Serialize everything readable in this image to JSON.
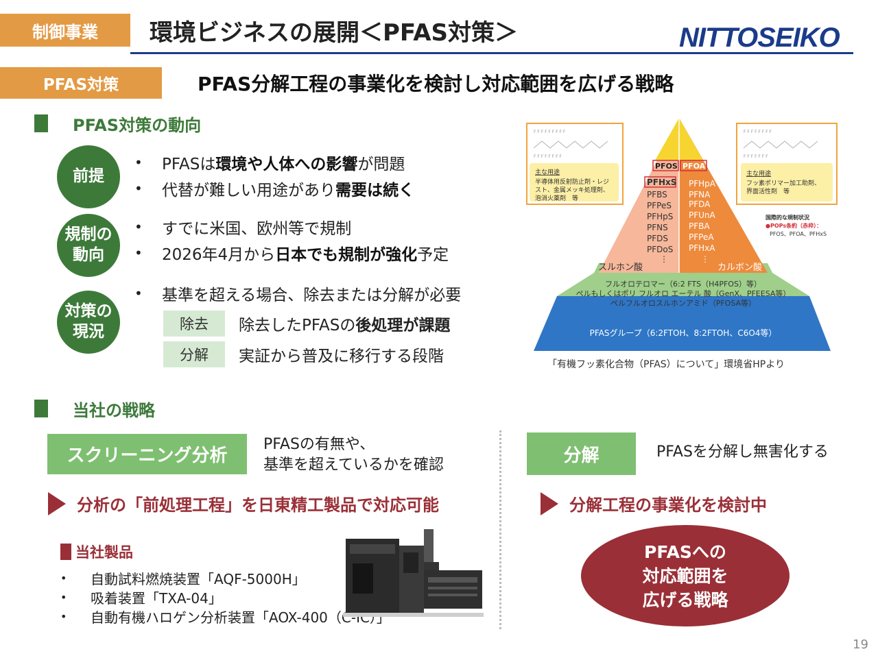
{
  "header": {
    "section_badge": "制御事業",
    "title": "環境ビジネスの展開＜PFAS対策＞",
    "logo_text": "NITTOSEIKO"
  },
  "subheader": {
    "badge": "PFAS対策",
    "title": "PFAS分解工程の事業化を検討し対応範囲を広げる戦略"
  },
  "trends": {
    "heading": "PFAS対策の動向",
    "premise": {
      "label": "前提",
      "bullets": [
        {
          "pre": "PFASは",
          "bold": "環境や人体への影響",
          "post": "が問題"
        },
        {
          "pre": "代替が難しい用途があり",
          "bold": "需要は続く",
          "post": ""
        }
      ]
    },
    "regulation": {
      "label_line1": "規制の",
      "label_line2": "動向",
      "bullets": [
        {
          "pre": "すでに米国、欧州等で規制",
          "bold": "",
          "post": ""
        },
        {
          "pre": "2026年4月から",
          "bold": "日本でも規制が強化",
          "post": "予定"
        }
      ]
    },
    "countermeasure": {
      "label_line1": "対策の",
      "label_line2": "現況",
      "bullet": "基準を超える場合、除去または分解が必要",
      "rows": [
        {
          "tag": "除去",
          "pre": "除去したPFASの",
          "bold": "後処理が課題",
          "post": ""
        },
        {
          "tag": "分解",
          "pre": "実証から普及に移行する段階",
          "bold": "",
          "post": ""
        }
      ]
    }
  },
  "pyramid": {
    "left_box_title": "主な用途",
    "left_box_text1": "半導体用反射防止剤・レジ",
    "left_box_text2": "スト、金属メッキ処理剤、",
    "left_box_text3": "泡消火薬剤　等",
    "right_box_title": "主な用途",
    "right_box_text1": "フッ素ポリマー加工助剤、",
    "right_box_text2": "界面活性剤　等",
    "pfos": "PFOS",
    "pfoa": "PFOA",
    "left_list": [
      "PFHxS",
      "PFBS",
      "PFPeS",
      "PFHpS",
      "PFNS",
      "PFDS",
      "PFDoS"
    ],
    "right_list": [
      "PFHpA",
      "PFNA",
      "PFDA",
      "PFUnA",
      "PFBA",
      "PFPeA",
      "PFHxA"
    ],
    "left_label": "スルホン酸",
    "right_label": "カルボン酸",
    "reg_title": "国際的な規制状況",
    "reg_line1": "●POPs条約（赤枠）：",
    "reg_line2": "PFOS、PFOA、PFHxS",
    "green_line1": "フルオロテロマー（6:2 FTS（H4PFOS）等）",
    "green_line2": "ペルもしくはポリ フルオロ エーテル 酸（GenX、PFEESA等）",
    "green_line3": "ペルフルオロスルホンアミド（PFOSA等）",
    "blue_line": "PFASグループ（6:2FTOH、8:2FTOH、C6O4等）",
    "caption": "「有機フッ素化合物（PFAS）について」環境省HPより"
  },
  "strategy": {
    "heading": "当社の戦略",
    "screening": {
      "box": "スクリーニング分析",
      "desc_line1": "PFASの有無や、",
      "desc_line2": "基準を超えているかを確認",
      "arrow_text": "分析の「前処理工程」を日東精工製品で対応可能",
      "products_heading": "当社製品",
      "products": [
        "自動試料燃焼装置「AQF-5000H」",
        "吸着装置「TXA-04」",
        "自動有機ハロゲン分析装置「AOX-400（C-IC）」"
      ]
    },
    "decomposition": {
      "box": "分解",
      "desc": "PFASを分解し無害化する",
      "arrow_text": "分解工程の事業化を検討中",
      "ellipse_line1": "PFASへの",
      "ellipse_line2": "対応範囲を",
      "ellipse_line3": "広げる戦略"
    }
  },
  "page_number": "19",
  "colors": {
    "orange": "#e39a44",
    "green_dark": "#3d7a3a",
    "green_light": "#7fbf71",
    "maroon": "#9a2f37",
    "navy": "#1b3b8a"
  }
}
